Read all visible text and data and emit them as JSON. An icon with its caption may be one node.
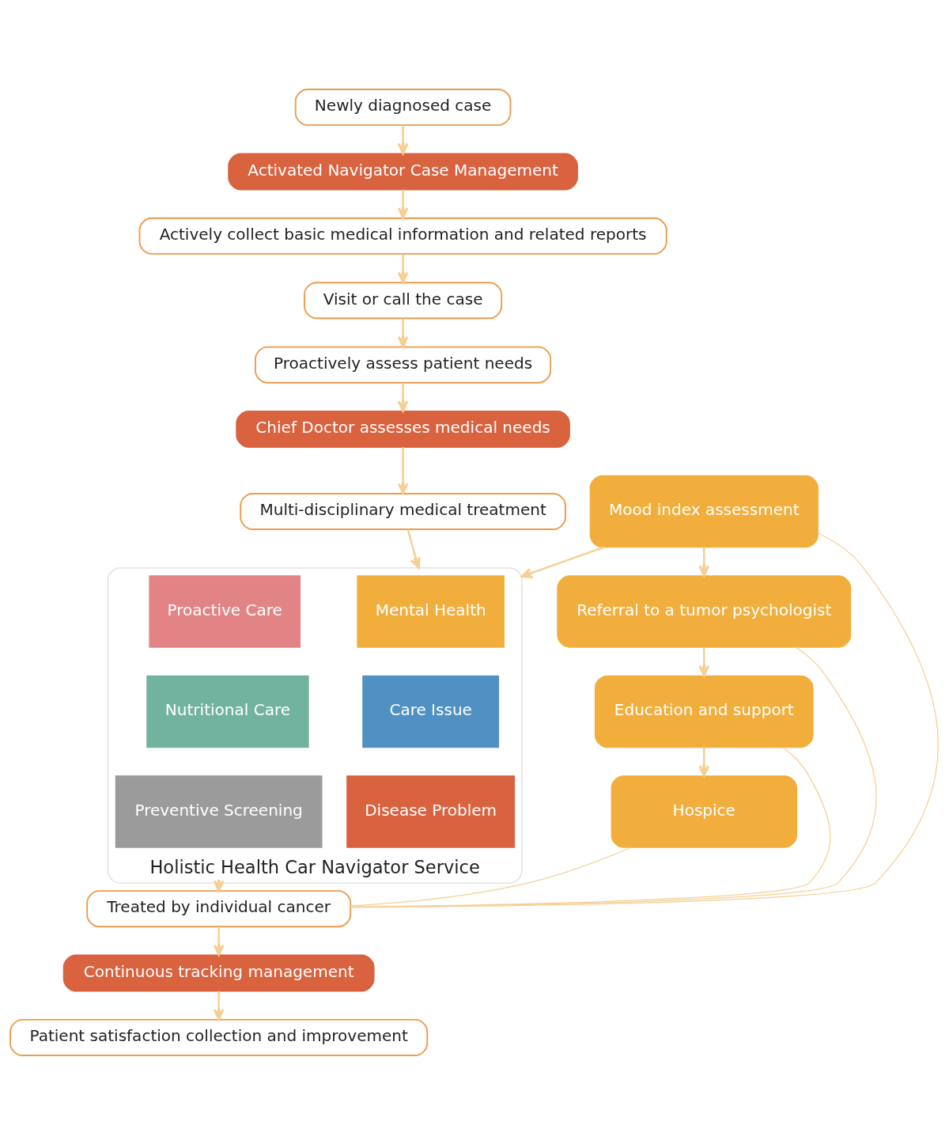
{
  "diagram": {
    "nodes": [
      {
        "text": [
          "Newly diagnosed case"
        ]
      },
      {
        "text": [
          "Activated Navigator Case Management"
        ]
      },
      {
        "text": [
          "Actively collect basic medical information and related reports"
        ]
      },
      {
        "text": [
          "Visit or call the case"
        ]
      },
      {
        "text": [
          "Proactively assess patient needs"
        ]
      },
      {
        "text": [
          "Chief Doctor assesses medical needs"
        ]
      },
      {
        "text": [
          "Multi-disciplinary medical treatment"
        ]
      },
      {
        "text": [
          "Holistic Health Car Navigator Service"
        ]
      },
      {
        "text": [
          "Mental Health"
        ],
        "in": 7
      },
      {
        "text": [
          "Proactive Care"
        ],
        "in": 7
      },
      {
        "text": [
          "Care Issue"
        ],
        "in": 7
      },
      {
        "text": [
          "Nutritional Care"
        ],
        "in": 7
      },
      {
        "text": [
          "Disease Problem"
        ],
        "in": 7
      },
      {
        "text": [
          "Preventive Screening"
        ],
        "in": 7
      },
      {
        "text": [
          "Mood index assessment"
        ]
      },
      {
        "text": [
          "Referral to a tumor psychologist"
        ]
      },
      {
        "text": [
          "Education and support"
        ]
      },
      {
        "text": [
          "Hospice"
        ]
      },
      {
        "text": [
          "Treated by individual cancer"
        ]
      },
      {
        "text": [
          "Continuous tracking management"
        ]
      },
      {
        "text": [
          "Patient satisfaction collection and improvement"
        ]
      }
    ],
    "edges": [
      {
        "from": 0,
        "to": 1,
        "arrow": "to"
      },
      {
        "from": 1,
        "to": 2,
        "arrow": "to"
      },
      {
        "from": 2,
        "to": 3,
        "arrow": "to"
      },
      {
        "from": 3,
        "to": 4,
        "arrow": "to"
      },
      {
        "from": 4,
        "to": 5,
        "arrow": "to"
      },
      {
        "from": 5,
        "to": 6,
        "arrow": "to"
      },
      {
        "from": 6,
        "to": 7,
        "arrow": "to"
      },
      {
        "from": 14,
        "to": 7,
        "arrow": "to"
      },
      {
        "from": 7,
        "to": 18,
        "arrow": "to"
      },
      {
        "from": 18,
        "to": 19,
        "arrow": "to"
      },
      {
        "from": 19,
        "to": 20,
        "arrow": "to"
      },
      {
        "from": 14,
        "to": 15,
        "arrow": "to"
      },
      {
        "from": 15,
        "to": 16,
        "arrow": "to"
      },
      {
        "from": 16,
        "to": 17,
        "arrow": "to"
      },
      {
        "from": 14,
        "to": 18,
        "arrow": "none"
      },
      {
        "from": 15,
        "to": 18,
        "arrow": "none"
      },
      {
        "from": 16,
        "to": 18,
        "arrow": "none"
      },
      {
        "from": 17,
        "to": 18,
        "arrow": "none"
      }
    ]
  }
}
